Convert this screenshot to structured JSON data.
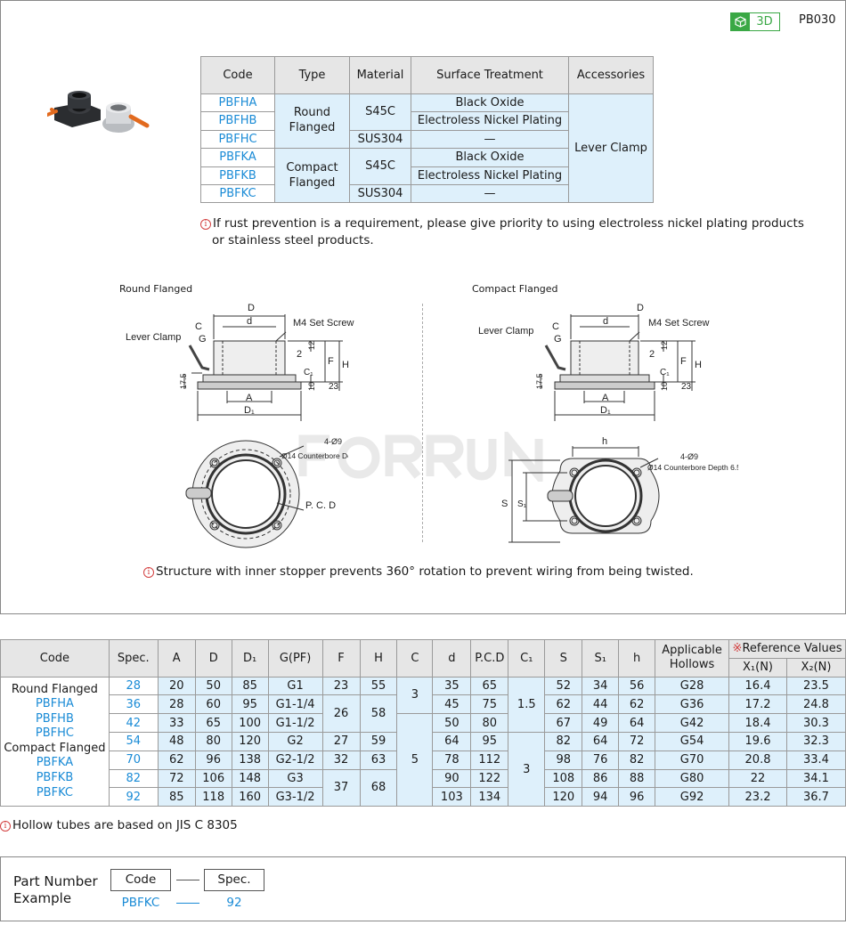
{
  "header": {
    "badge_label": "3D",
    "page_code": "PB030"
  },
  "type_table": {
    "headers": [
      "Code",
      "Type",
      "Material",
      "Surface Treatment",
      "Accessories"
    ],
    "codes": [
      "PBFHA",
      "PBFHB",
      "PBFHC",
      "PBFKA",
      "PBFKB",
      "PBFKC"
    ],
    "type_round": "Round Flanged",
    "type_compact": "Compact Flanged",
    "material_s45c": "S45C",
    "material_sus304": "SUS304",
    "treatments": [
      "Black Oxide",
      "Electroless Nickel Plating",
      "—",
      "Black Oxide",
      "Electroless Nickel Plating",
      "—"
    ],
    "accessory": "Lever Clamp"
  },
  "notes": {
    "rust": "If rust prevention is a requirement, please give priority to using electroless nickel plating products",
    "rust2": "or stainless steel products.",
    "structure": "Structure with inner stopper prevents 360° rotation to prevent wiring from being twisted.",
    "hollow": "Hollow tubes are based on JIS C 8305"
  },
  "diagrams": {
    "round_title": "Round Flanged",
    "compact_title": "Compact Flanged",
    "labels": {
      "D": "D",
      "d": "d",
      "C": "C",
      "G": "G",
      "lever": "Lever Clamp",
      "m4": "M4 Set Screw",
      "n12": "12",
      "n2": "2",
      "F": "F",
      "H": "H",
      "C1": "C₁",
      "n10": "10",
      "n23": "23",
      "n175": "17.5",
      "A": "A",
      "D1": "D₁",
      "holes": "4-Ø9",
      "cbore": "Ø14 Counterbore Depth 6.5",
      "pcd": "P. C. D",
      "h": "h",
      "S": "S",
      "S1": "S₁"
    }
  },
  "spec_table": {
    "headers": [
      "Code",
      "Spec.",
      "A",
      "D",
      "D₁",
      "G(PF)",
      "F",
      "H",
      "C",
      "d",
      "P.C.D",
      "C₁",
      "S",
      "S₁",
      "h",
      "Applicable Hollows"
    ],
    "ref_header": "Reference Values",
    "ref_mark": "※",
    "x1": "X₁(N)",
    "x2": "X₂(N)",
    "code_group": [
      "Round Flanged",
      "PBFHA",
      "PBFHB",
      "PBFHC",
      "Compact Flanged",
      "PBFKA",
      "PBFKB",
      "PBFKC"
    ],
    "rows": [
      {
        "spec": "28",
        "A": "20",
        "D": "50",
        "D1": "85",
        "G": "G1",
        "d": "35",
        "pcd": "65",
        "S": "52",
        "S1": "34",
        "h": "56",
        "hollow": "G28",
        "x1": "16.4",
        "x2": "23.5"
      },
      {
        "spec": "36",
        "A": "28",
        "D": "60",
        "D1": "95",
        "G": "G1-1/4",
        "d": "45",
        "pcd": "75",
        "S": "62",
        "S1": "44",
        "h": "62",
        "hollow": "G36",
        "x1": "17.2",
        "x2": "24.8"
      },
      {
        "spec": "42",
        "A": "33",
        "D": "65",
        "D1": "100",
        "G": "G1-1/2",
        "d": "50",
        "pcd": "80",
        "S": "67",
        "S1": "49",
        "h": "64",
        "hollow": "G42",
        "x1": "18.4",
        "x2": "30.3"
      },
      {
        "spec": "54",
        "A": "48",
        "D": "80",
        "D1": "120",
        "G": "G2",
        "d": "64",
        "pcd": "95",
        "S": "82",
        "S1": "64",
        "h": "72",
        "hollow": "G54",
        "x1": "19.6",
        "x2": "32.3"
      },
      {
        "spec": "70",
        "A": "62",
        "D": "96",
        "D1": "138",
        "G": "G2-1/2",
        "d": "78",
        "pcd": "112",
        "S": "98",
        "S1": "76",
        "h": "82",
        "hollow": "G70",
        "x1": "20.8",
        "x2": "33.4"
      },
      {
        "spec": "82",
        "A": "72",
        "D": "106",
        "D1": "148",
        "G": "G3",
        "d": "90",
        "pcd": "122",
        "S": "108",
        "S1": "86",
        "h": "88",
        "hollow": "G80",
        "x1": "22",
        "x2": "34.1"
      },
      {
        "spec": "92",
        "A": "85",
        "D": "118",
        "D1": "160",
        "G": "G3-1/2",
        "d": "103",
        "pcd": "134",
        "S": "120",
        "S1": "94",
        "h": "96",
        "hollow": "G92",
        "x1": "23.2",
        "x2": "36.7"
      }
    ],
    "merged": {
      "F_23": "23",
      "H_55": "55",
      "F_26": "26",
      "H_58": "58",
      "F_27": "27",
      "H_59": "59",
      "F_32": "32",
      "H_63": "63",
      "F_37": "37",
      "H_68": "68",
      "C_3": "3",
      "C_5": "5",
      "C1_15": "1.5",
      "C1_3": "3"
    }
  },
  "part_number": {
    "title1": "Part Number",
    "title2": "Example",
    "code_header": "Code",
    "spec_header": "Spec.",
    "code_value": "PBFKC",
    "spec_value": "92"
  }
}
